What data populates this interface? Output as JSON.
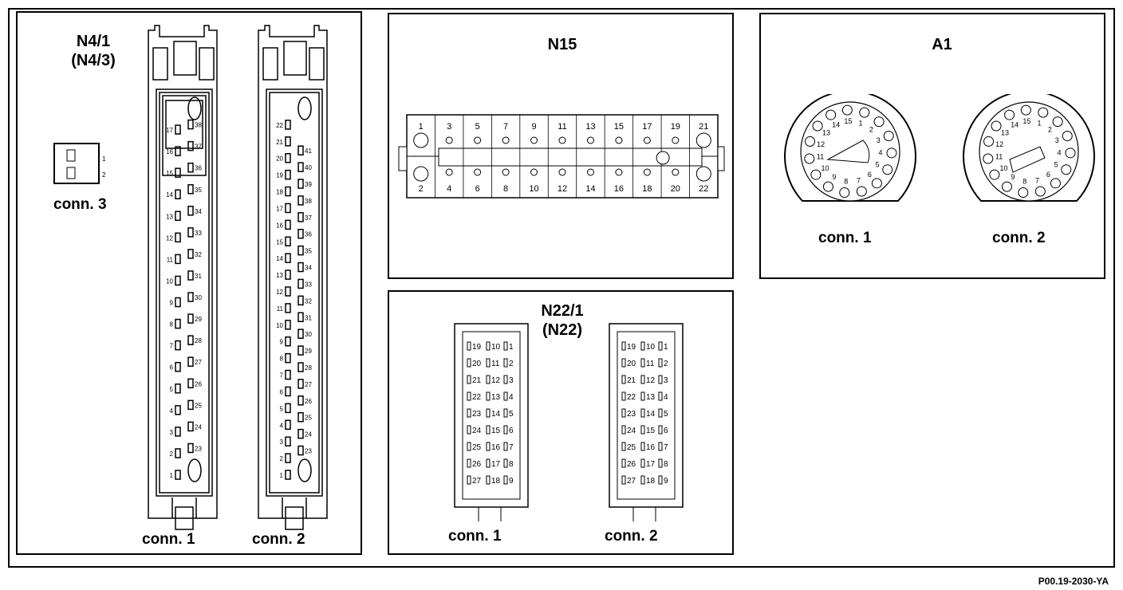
{
  "footer_code": "P00.19-2030-YA",
  "n4": {
    "title_line1": "N4/1",
    "title_line2": "(N4/3)",
    "conn1_label": "conn. 1",
    "conn2_label": "conn. 2",
    "conn3_label": "conn. 3",
    "conn1_left_pins": [
      "17",
      "16",
      "15",
      "14",
      "13",
      "12",
      "11",
      "10",
      "9",
      "8",
      "7",
      "6",
      "5",
      "4",
      "3",
      "2",
      "1"
    ],
    "conn1_right_pins": [
      "38",
      "37",
      "36",
      "35",
      "34",
      "33",
      "32",
      "31",
      "30",
      "29",
      "28",
      "27",
      "26",
      "25",
      "24",
      "23"
    ],
    "conn2_left_pins": [
      "22",
      "21",
      "20",
      "19",
      "18",
      "17",
      "16",
      "15",
      "14",
      "13",
      "12",
      "11",
      "10",
      "9",
      "8",
      "7",
      "6",
      "5",
      "4",
      "3",
      "2",
      "1"
    ],
    "conn2_right_pins": [
      "41",
      "40",
      "39",
      "38",
      "37",
      "36",
      "35",
      "34",
      "33",
      "32",
      "31",
      "30",
      "29",
      "28",
      "27",
      "26",
      "25",
      "24",
      "23"
    ],
    "conn3_pins": [
      "1",
      "2"
    ]
  },
  "n15": {
    "title": "N15",
    "top_pins": [
      "1",
      "3",
      "5",
      "7",
      "9",
      "11",
      "13",
      "15",
      "17",
      "19",
      "21"
    ],
    "bottom_pins": [
      "2",
      "4",
      "6",
      "8",
      "10",
      "12",
      "14",
      "16",
      "18",
      "20",
      "22"
    ]
  },
  "a1": {
    "title": "A1",
    "conn1_label": "conn. 1",
    "conn2_label": "conn. 2",
    "conn1_pins": [
      "1",
      "2",
      "3",
      "4",
      "5",
      "6",
      "7",
      "8",
      "9",
      "10",
      "11",
      "12",
      "13",
      "14",
      "15"
    ],
    "conn2_pins": [
      "1",
      "2",
      "3",
      "4",
      "5",
      "6",
      "7",
      "8",
      "9",
      "10",
      "11",
      "12",
      "13",
      "14",
      "15"
    ]
  },
  "n22": {
    "title_line1": "N22/1",
    "title_line2": "(N22)",
    "conn1_label": "conn. 1",
    "conn2_label": "conn. 2",
    "rows": [
      [
        "19",
        "10",
        "1"
      ],
      [
        "20",
        "11",
        "2"
      ],
      [
        "21",
        "12",
        "3"
      ],
      [
        "22",
        "13",
        "4"
      ],
      [
        "23",
        "14",
        "5"
      ],
      [
        "24",
        "15",
        "6"
      ],
      [
        "25",
        "16",
        "7"
      ],
      [
        "26",
        "17",
        "8"
      ],
      [
        "27",
        "18",
        "9"
      ]
    ]
  }
}
